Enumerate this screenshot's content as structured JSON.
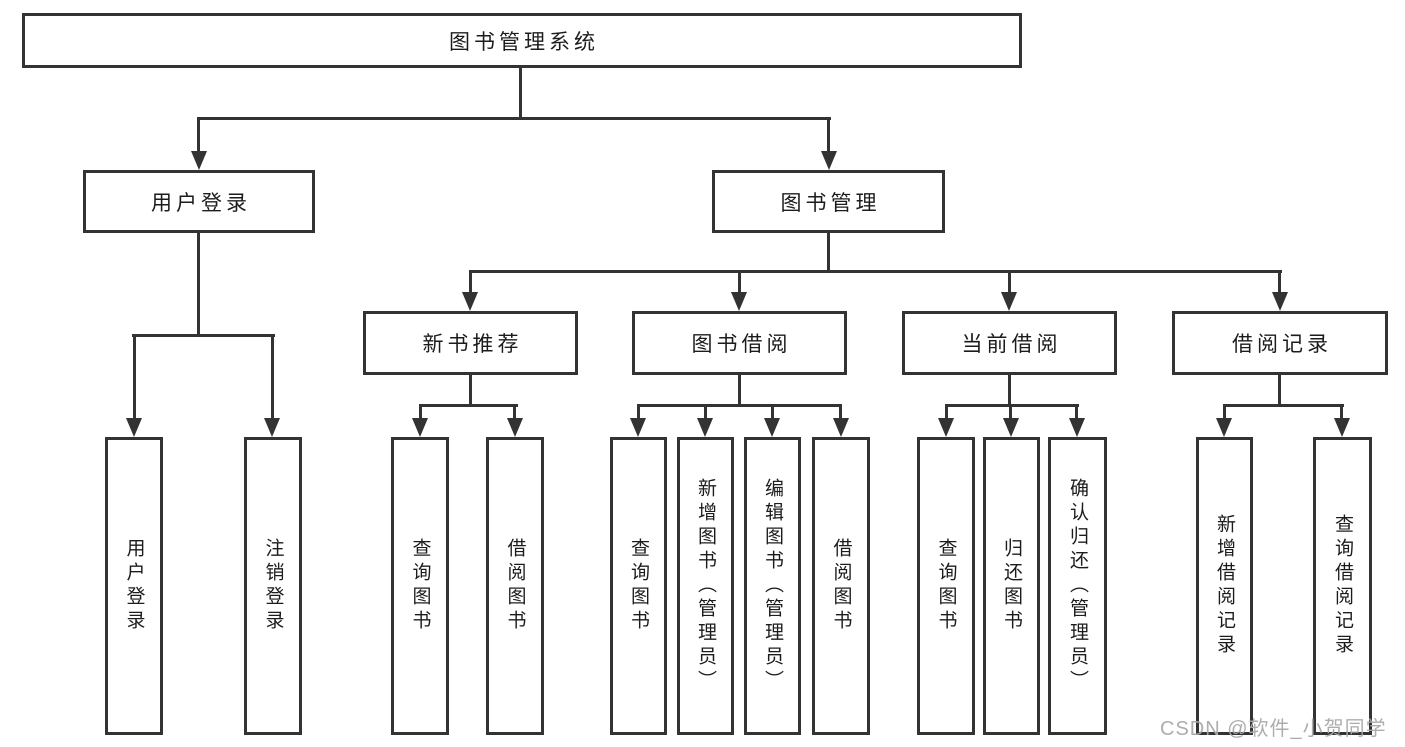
{
  "colors": {
    "line": "#333333",
    "text": "#1c1c1c",
    "background": "#ffffff",
    "watermark": "#a9a9a9"
  },
  "watermark": {
    "text": "CSDN @软件_小贺同学"
  },
  "tree": {
    "label": "图书管理系统",
    "children": [
      {
        "label": "用户登录",
        "children": [
          {
            "label": "用户登录"
          },
          {
            "label": "注销登录"
          }
        ]
      },
      {
        "label": "图书管理",
        "children": [
          {
            "label": "新书推荐",
            "children": [
              {
                "label": "查询图书"
              },
              {
                "label": "借阅图书"
              }
            ]
          },
          {
            "label": "图书借阅",
            "children": [
              {
                "label": "查询图书"
              },
              {
                "label": "新增图书（管理员）"
              },
              {
                "label": "编辑图书（管理员）"
              },
              {
                "label": "借阅图书"
              }
            ]
          },
          {
            "label": "当前借阅",
            "children": [
              {
                "label": "查询图书"
              },
              {
                "label": "归还图书"
              },
              {
                "label": "确认归还（管理员）"
              }
            ]
          },
          {
            "label": "借阅记录",
            "children": [
              {
                "label": "新增借阅记录"
              },
              {
                "label": "查询借阅记录"
              }
            ]
          }
        ]
      }
    ]
  }
}
